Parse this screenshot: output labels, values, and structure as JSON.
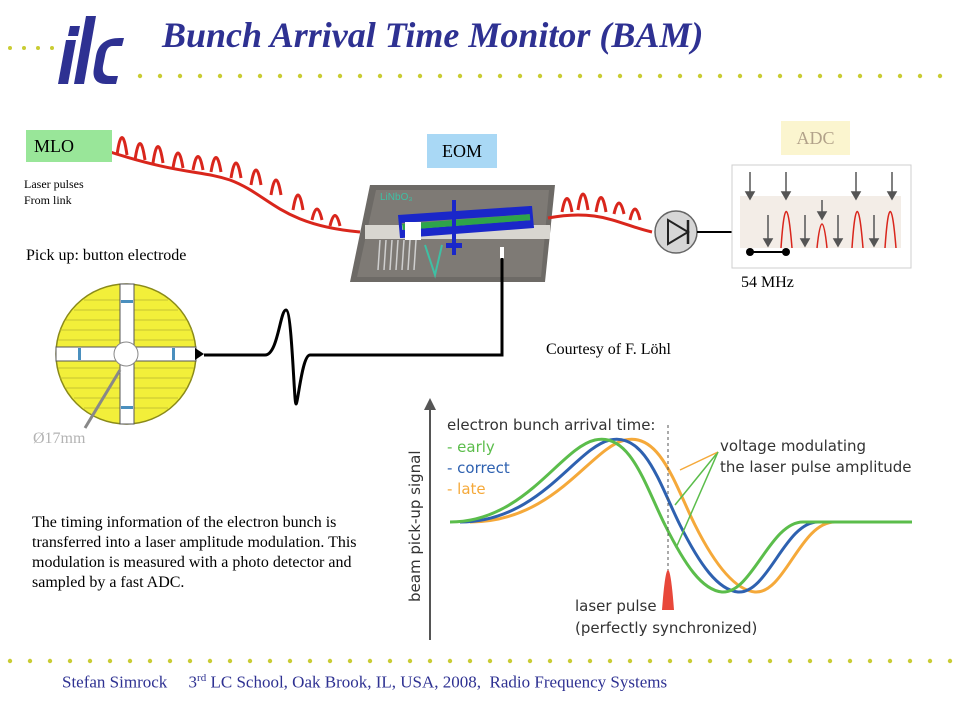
{
  "logo": {
    "text": "ilc"
  },
  "title": "Bunch Arrival Time Monitor (BAM)",
  "labels": {
    "mlo": "MLO",
    "eom": "EOM",
    "adc": "ADC",
    "laser_pulses_line1": "Laser pulses",
    "laser_pulses_line2": "From link",
    "linbo": "LiNbO₃",
    "pickup": "Pick up: button electrode",
    "diameter": "Ø17mm",
    "freq": "54 MHz",
    "courtesy": "Courtesy of F. Löhl"
  },
  "description": "The timing information of the electron bunch is transferred into a laser amplitude modulation. This modulation is measured with a photo detector and sampled by a fast ADC.",
  "plot": {
    "ylabel": "beam pick-up signal",
    "legend_title": "electron bunch arrival time:",
    "legend": [
      {
        "name": "- early",
        "color": "#5bbd4b"
      },
      {
        "name": "- correct",
        "color": "#2e61b0"
      },
      {
        "name": "- late",
        "color": "#f5a93a"
      }
    ],
    "annotation1_line1": "voltage modulating",
    "annotation1_line2": "the laser pulse amplitude",
    "annotation2_line1": "laser pulse",
    "annotation2_line2": "(perfectly synchronized)"
  },
  "footer": {
    "author": "Stefan Simrock",
    "ordinal": "3",
    "ordinal_suffix": "rd",
    "event": "LC  School, Oak Brook, IL, USA, 2008,",
    "topic": "Radio Frequency Systems"
  },
  "colors": {
    "title": "#2e3192",
    "fiber": "#d9261c",
    "dots": "#c9cc33",
    "electrode": "#f2ef3a"
  }
}
